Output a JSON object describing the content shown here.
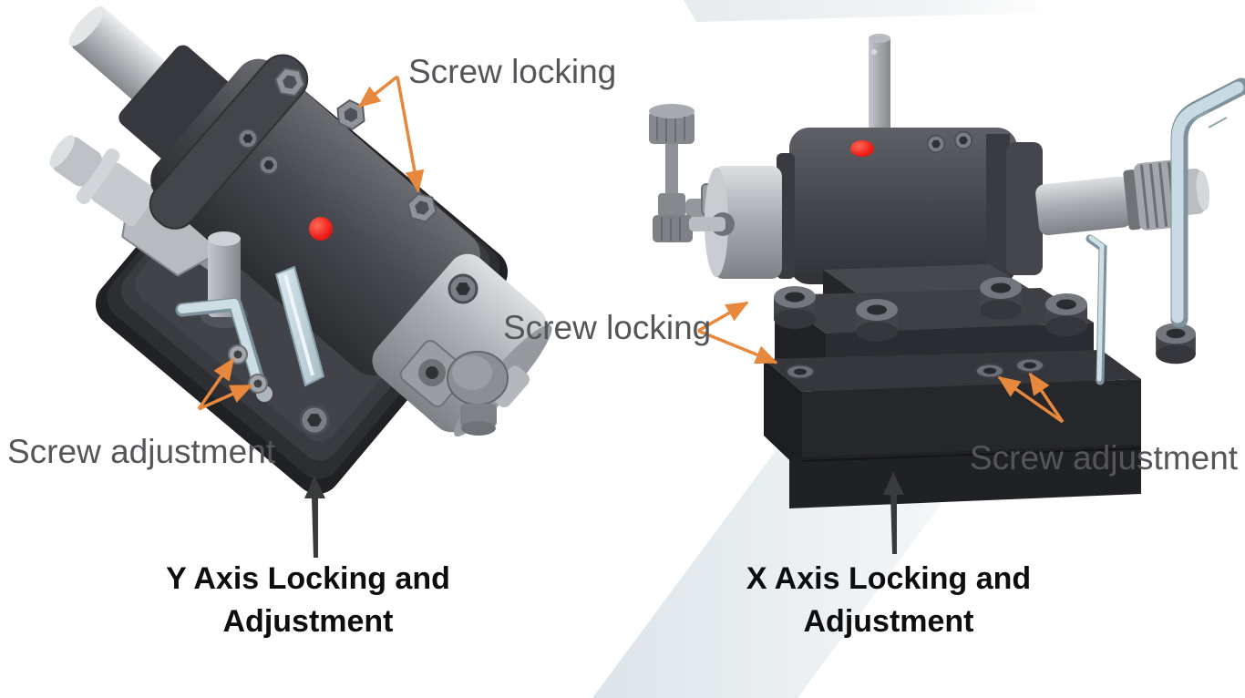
{
  "figures": {
    "left": {
      "labels": {
        "screw_locking": "Screw locking",
        "screw_adjustment": "Screw adjustment"
      },
      "title_line1": "Y Axis Locking and",
      "title_line2": "Adjustment"
    },
    "right": {
      "labels": {
        "screw_locking": "Screw locking",
        "screw_adjustment": "Screw adjustment"
      },
      "title_line1": "X Axis Locking and",
      "title_line2": "Adjustment"
    }
  },
  "colors": {
    "annotation_arrow": "#E8883C",
    "label_text": "#55565A",
    "title_text": "#0D0D0F",
    "indicator_dot": "#EE1B1B",
    "background_band": "#E3E9ED"
  }
}
